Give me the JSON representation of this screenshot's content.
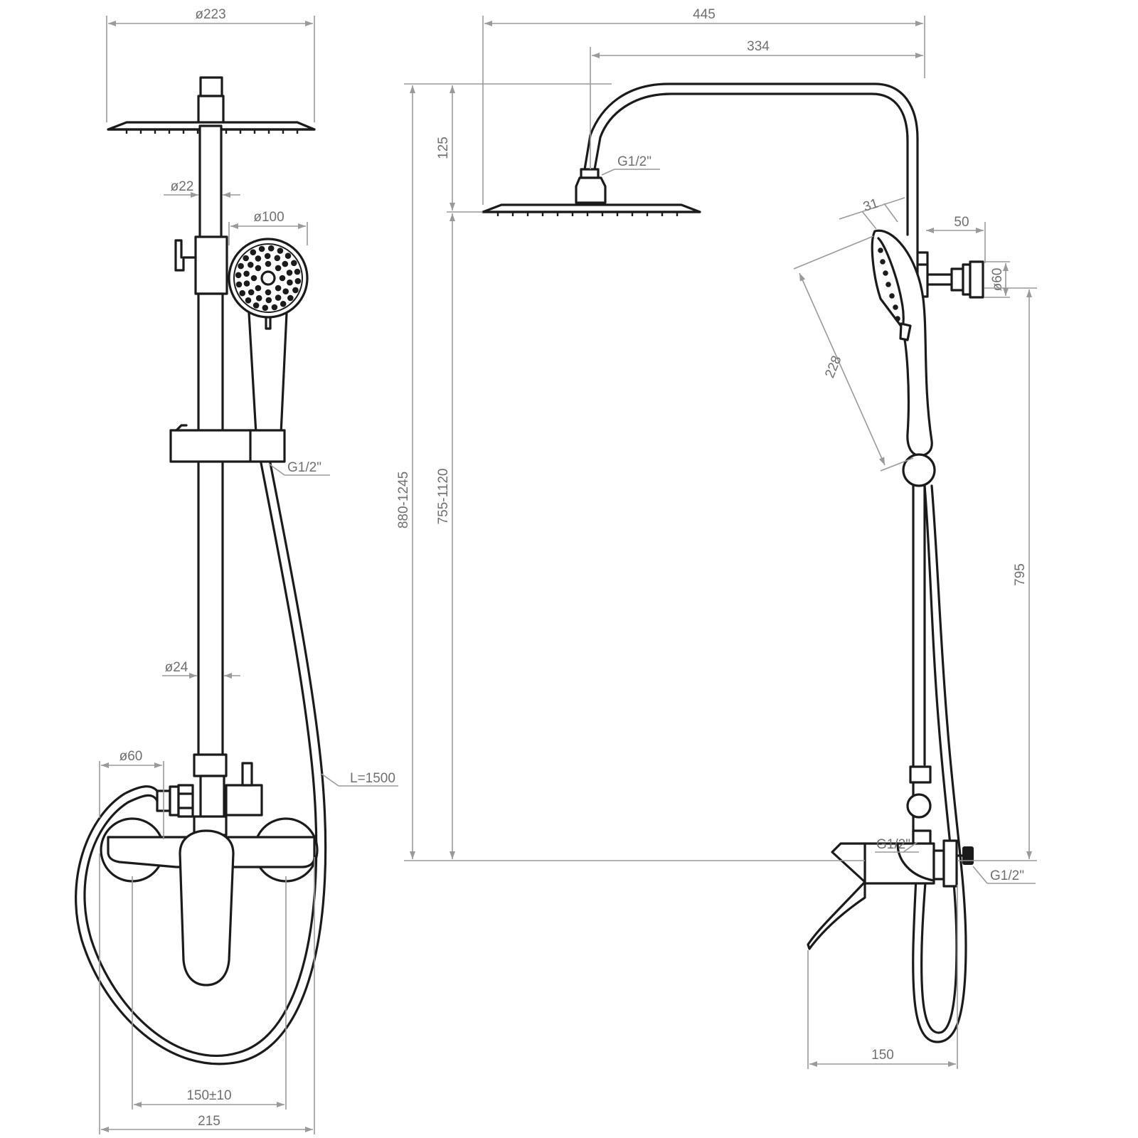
{
  "diagram": {
    "front_view": {
      "head_diameter": "ø223",
      "pipe_diameter_upper": "ø22",
      "hand_shower_diameter": "ø100",
      "pipe_diameter_lower": "ø24",
      "connector_diameter": "ø60",
      "hose_thread": "G1/2\"",
      "hose_length": "L=1500",
      "center_distance": "150±10",
      "mixer_width": "215"
    },
    "side_view": {
      "total_reach": "445",
      "arm_reach": "334",
      "head_drop": "125",
      "head_thread": "G1/2\"",
      "total_height": "880-1245",
      "column_height": "755-1120",
      "hand_shower_angle_offset": "31",
      "wall_offset": "50",
      "bracket_diameter": "ø60",
      "hand_shower_length": "228",
      "holder_height": "795",
      "diverter_thread": "G1/2\"",
      "wall_thread": "G1/2\"",
      "mixer_depth": "150"
    }
  }
}
